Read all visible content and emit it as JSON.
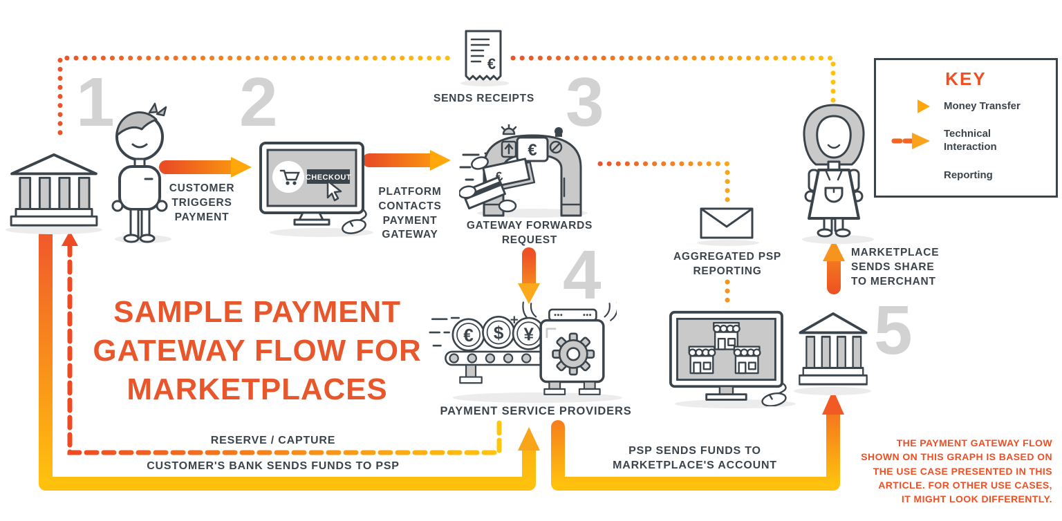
{
  "title": {
    "lines": [
      "SAMPLE PAYMENT",
      "GATEWAY FLOW FOR",
      "MARKETPLACES"
    ]
  },
  "step_numbers": [
    "1",
    "2",
    "3",
    "4",
    "5"
  ],
  "flow_labels": {
    "customer_triggers": [
      "CUSTOMER",
      "TRIGGERS",
      "PAYMENT"
    ],
    "platform_contacts": [
      "PLATFORM",
      "CONTACTS",
      "PAYMENT",
      "GATEWAY"
    ],
    "sends_receipts": "SENDS RECEIPTS",
    "gateway_forwards": [
      "GATEWAY FORWARDS",
      "REQUEST"
    ],
    "aggregated_psp": [
      "AGGREGATED PSP",
      "REPORTING"
    ],
    "marketplace_sends": [
      "MARKETPLACE",
      "SENDS SHARE",
      "TO MERCHANT"
    ],
    "psp_providers": "PAYMENT SERVICE PROVIDERS",
    "reserve_capture": "RESERVE / CAPTURE",
    "customer_bank_funds": "CUSTOMER'S BANK SENDS FUNDS TO PSP",
    "psp_sends_funds": [
      "PSP SENDS FUNDS TO",
      "MARKETPLACE'S ACCOUNT"
    ]
  },
  "key": {
    "title": "KEY",
    "items": [
      {
        "label": "Money Transfer",
        "symbol": "money-transfer-arrow"
      },
      {
        "label": [
          "Technical",
          "Interaction"
        ],
        "symbol": "technical-interaction-arrow"
      },
      {
        "label": "Reporting",
        "symbol": "reporting-dots"
      }
    ]
  },
  "disclaimer": {
    "lines": [
      "THE PAYMENT GATEWAY FLOW",
      "SHOWN ON THIS GRAPH IS BASED ON",
      "THE USE CASE PRESENTED IN THIS",
      "ARTICLE. FOR OTHER USE CASES,",
      "IT MIGHT LOOK DIFFERENTLY."
    ]
  },
  "icon_text": {
    "checkout_button": "CHECKOUT",
    "receipt_currency": "€",
    "gateway_currency": "€",
    "note_currency": "€",
    "coin_euro": "€",
    "coin_dollar": "$",
    "coin_yen": "¥"
  },
  "colors": {
    "accent_orange": "#E8572B",
    "deep_orange": "#EE4A23",
    "yellow": "#FFC10E",
    "navy": "#3B434B",
    "number_gray": "#D2D2D2",
    "icon_gray": "#C9C9C9"
  }
}
